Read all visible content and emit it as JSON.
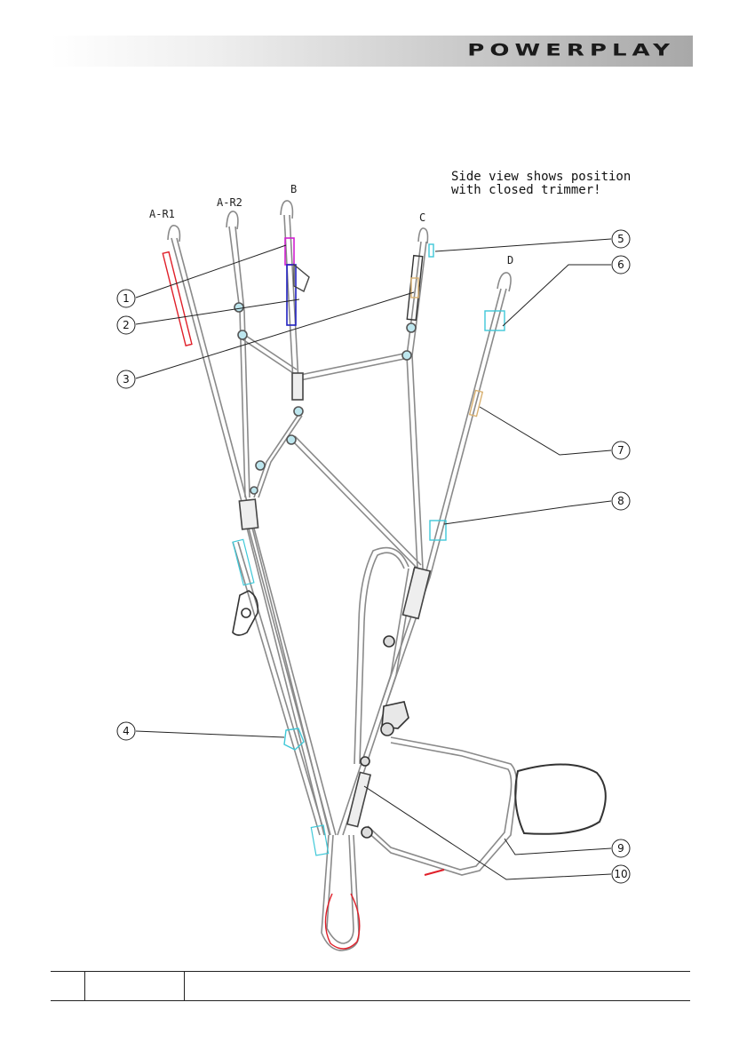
{
  "header": {
    "brand": "POWERPLAY"
  },
  "note": {
    "line1": "Side view shows position",
    "line2": "with closed trimmer!"
  },
  "riser_labels": {
    "a_r1": "A-R1",
    "a_r2": "A-R2",
    "b": "B",
    "c": "C",
    "d": "D"
  },
  "callouts": [
    "1",
    "2",
    "3",
    "4",
    "5",
    "6",
    "7",
    "8",
    "9",
    "10"
  ],
  "colors": {
    "line": "#7a7a7a",
    "red": "#e0202a",
    "magenta": "#d020d0",
    "blue": "#2020c0",
    "cyan": "#3fc8d8",
    "tan": "#d8b070"
  }
}
